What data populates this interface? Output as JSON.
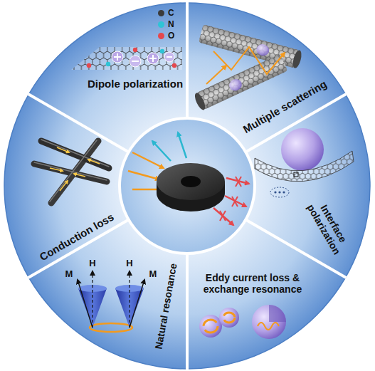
{
  "diagram": {
    "nodes": [
      {
        "text": [
          "Dipole polarization"
        ]
      },
      {
        "text": [
          "Multiple scattering"
        ]
      },
      {
        "text": [
          "Conduction loss"
        ]
      },
      {
        "text": [
          "Interface polarization"
        ]
      },
      {
        "text": [
          "Natural resonance"
        ]
      },
      {
        "text": [
          "Eddy current loss & exchange resonance"
        ]
      }
    ],
    "labels": [
      "H",
      "H",
      "M",
      "M"
    ],
    "legend": [
      {
        "text": "C",
        "color": "#3b3b3b"
      },
      {
        "text": "N",
        "color": "#2ec4d6"
      },
      {
        "text": "O",
        "color": "#e5484d"
      }
    ]
  }
}
